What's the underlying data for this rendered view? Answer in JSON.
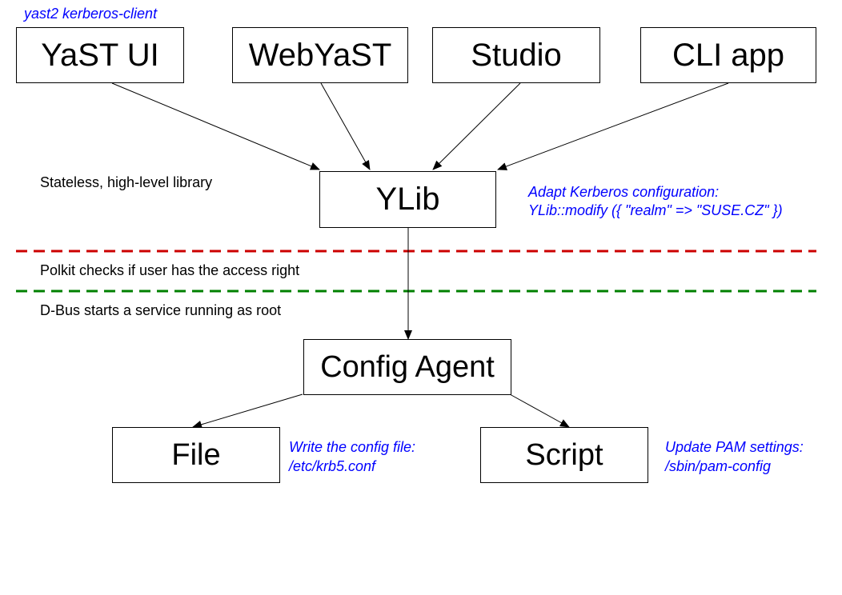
{
  "colors": {
    "annotation": "#0000ff",
    "polkit_line": "#cc0000",
    "dbus_line": "#008000",
    "box_border": "#000000"
  },
  "header": {
    "title": "yast2 kerberos-client"
  },
  "clients": {
    "yast_ui": "YaST UI",
    "webyast": "WebYaST",
    "studio": "Studio",
    "cli_app": "CLI app"
  },
  "ylib": {
    "label": "YLib",
    "side_label": "Stateless, high-level library",
    "example_line1": "Adapt Kerberos configuration:",
    "example_line2": "YLib::modify ({ \"realm\" => \"SUSE.CZ\" })"
  },
  "boundaries": {
    "polkit": "Polkit checks if user has the access right",
    "dbus": "D-Bus starts a service running as root"
  },
  "config_agent": {
    "label": "Config Agent"
  },
  "file": {
    "label": "File",
    "note_line1": "Write the config file:",
    "note_line2": "/etc/krb5.conf"
  },
  "script": {
    "label": "Script",
    "note_line1": "Update PAM settings:",
    "note_line2": "/sbin/pam-config"
  }
}
